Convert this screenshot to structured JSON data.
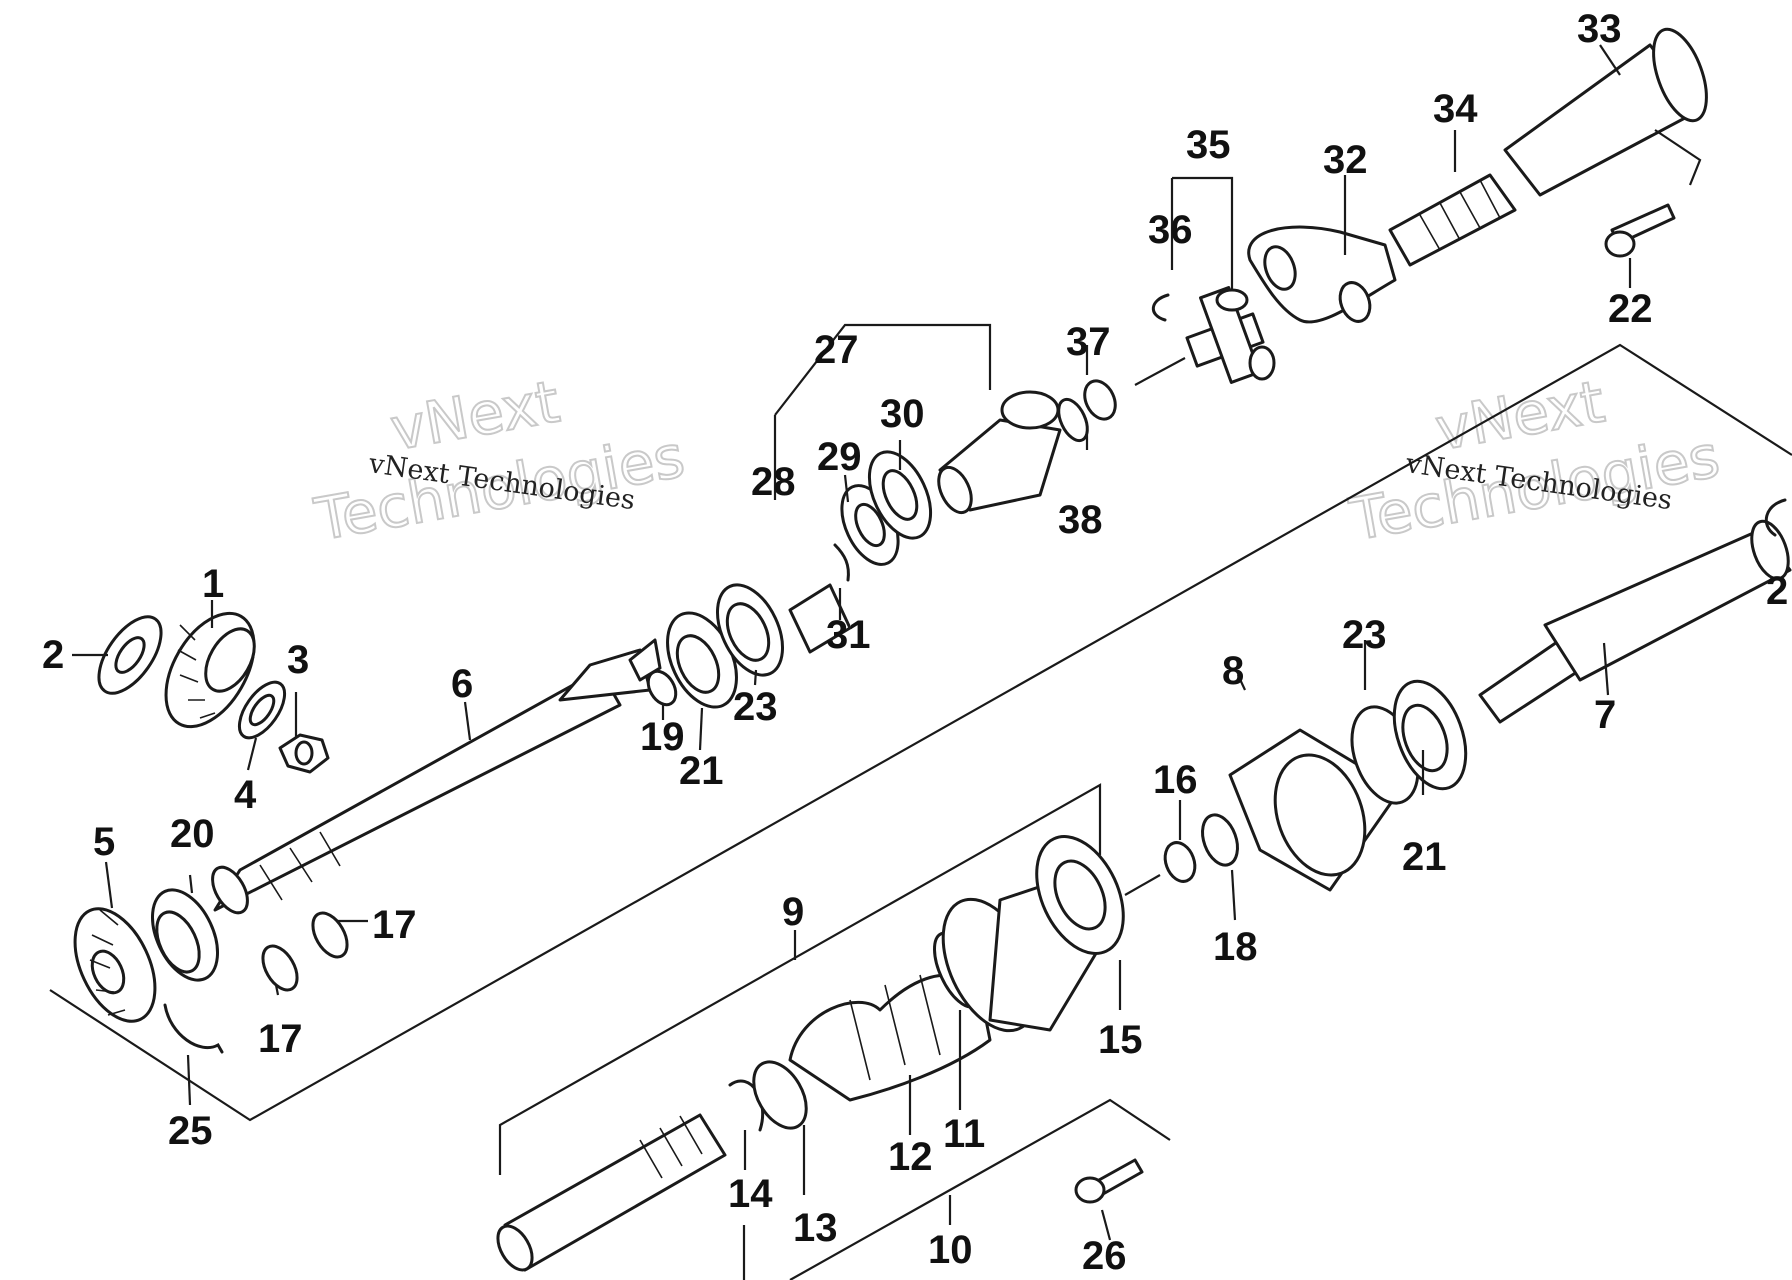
{
  "watermarks": [
    "vNext Technologies",
    "vNext",
    "Technologies"
  ],
  "labels": {
    "p1": "1",
    "p2": "2",
    "p3": "3",
    "p4": "4",
    "p5": "5",
    "p6": "6",
    "p7": "7",
    "p8": "8",
    "p9": "9",
    "p10": "10",
    "p11": "11",
    "p12": "12",
    "p13": "13",
    "p14": "14",
    "p15": "15",
    "p16": "16",
    "p17a": "17",
    "p17b": "17",
    "p18": "18",
    "p19": "19",
    "p20": "20",
    "p21a": "21",
    "p21b": "21",
    "p22": "22",
    "p23a": "23",
    "p23b": "23",
    "p25": "25",
    "p26": "26",
    "p27": "27",
    "p28": "28",
    "p29": "29",
    "p30": "30",
    "p31": "31",
    "p32": "32",
    "p33": "33",
    "p34": "34",
    "p35": "35",
    "p36": "36",
    "p37": "37",
    "p38": "38",
    "p2b": "2"
  }
}
